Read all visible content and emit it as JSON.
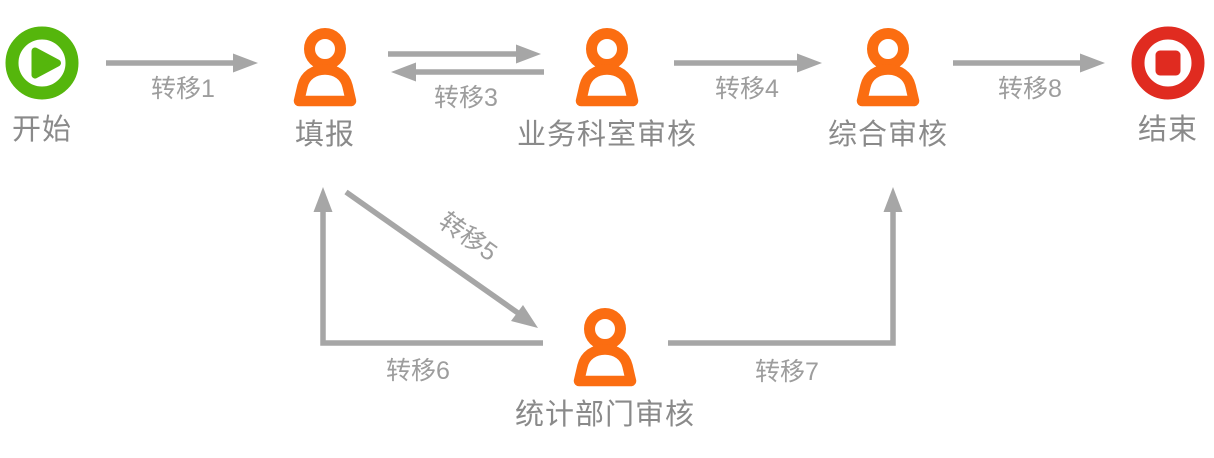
{
  "diagram": {
    "type": "workflow-flowchart",
    "colors": {
      "start_green": "#55b60c",
      "person_orange": "#fb6d11",
      "end_red": "#e02b20",
      "arrow_gray": "#a6a6a6",
      "node_label_gray": "#8a8a8a",
      "edge_label_gray": "#9d9d9d"
    },
    "nodes": {
      "start": {
        "label": "开始",
        "type": "start",
        "icon": "play-circle-icon"
      },
      "tianbao": {
        "label": "填报",
        "type": "person",
        "icon": "person-icon"
      },
      "yewu": {
        "label": "业务科室审核",
        "type": "person",
        "icon": "person-icon"
      },
      "zonghe": {
        "label": "综合审核",
        "type": "person",
        "icon": "person-icon"
      },
      "tongji": {
        "label": "统计部门审核",
        "type": "person",
        "icon": "person-icon"
      },
      "end": {
        "label": "结束",
        "type": "end",
        "icon": "stop-circle-icon"
      }
    },
    "edges": {
      "t1": {
        "label": "转移1",
        "from": "开始",
        "to": "填报"
      },
      "t2": {
        "label": "",
        "from": "填报",
        "to": "业务科室审核"
      },
      "t3": {
        "label": "转移3",
        "from": "业务科室审核",
        "to": "填报"
      },
      "t4": {
        "label": "转移4",
        "from": "业务科室审核",
        "to": "综合审核"
      },
      "t5": {
        "label": "转移5",
        "from": "填报",
        "to": "统计部门审核"
      },
      "t6": {
        "label": "转移6",
        "from": "统计部门审核",
        "to": "填报"
      },
      "t7": {
        "label": "转移7",
        "from": "统计部门审核",
        "to": "综合审核"
      },
      "t8": {
        "label": "转移8",
        "from": "综合审核",
        "to": "结束"
      }
    }
  }
}
